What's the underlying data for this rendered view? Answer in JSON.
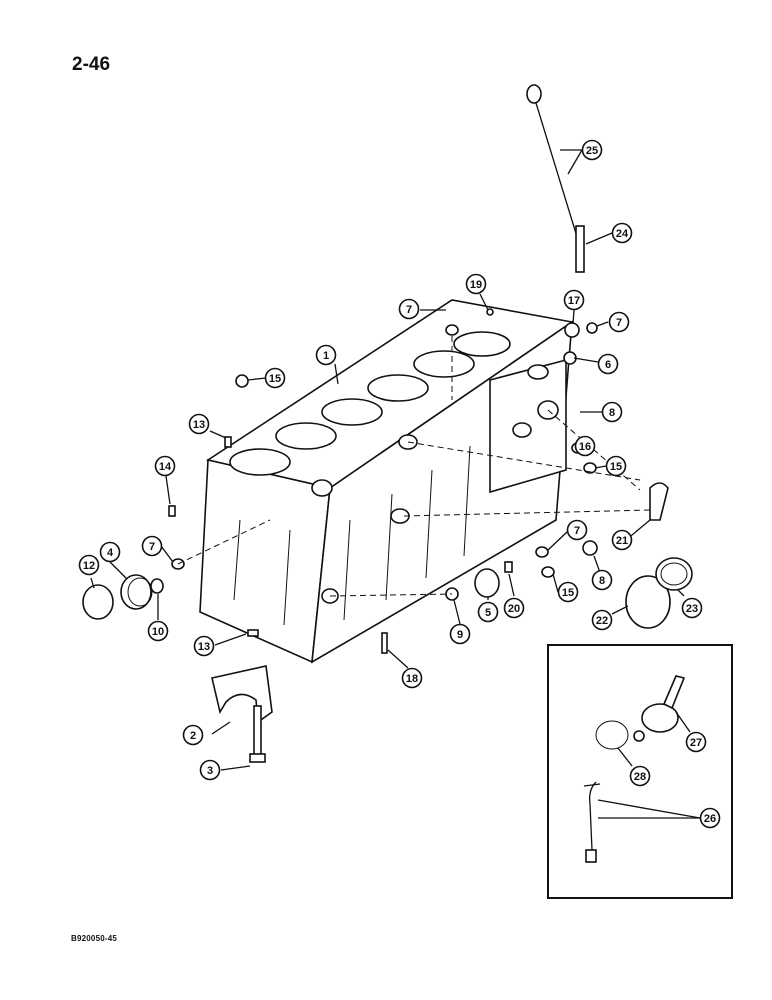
{
  "page": {
    "page_number": "2-46",
    "figure_code": "B920050-45"
  },
  "callouts": {
    "c1": "1",
    "c2": "2",
    "c3": "3",
    "c4": "4",
    "c5": "5",
    "c6": "6",
    "c7": "7",
    "c8": "8",
    "c9": "9",
    "c10": "10",
    "c11": "12",
    "c12": "13",
    "c13": "14",
    "c14": "15",
    "c15": "16",
    "c16": "17",
    "c17": "18",
    "c18": "19",
    "c19": "20",
    "c20": "21",
    "c21": "22",
    "c22": "23",
    "c23": "24",
    "c24": "25",
    "c25": "26",
    "c26": "27",
    "c27": "28"
  }
}
